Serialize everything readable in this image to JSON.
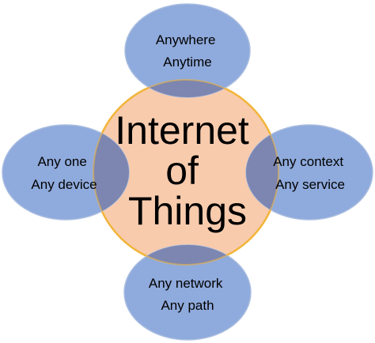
{
  "center": {
    "lines": [
      "Internet",
      "of",
      "Things"
    ]
  },
  "nodes": {
    "top": {
      "lines": [
        "Anywhere",
        "Anytime"
      ]
    },
    "left": {
      "lines": [
        "Any one",
        "Any device"
      ]
    },
    "right": {
      "lines": [
        "Any context",
        "Any service"
      ]
    },
    "bottom": {
      "lines": [
        "Any network",
        "Any path"
      ]
    }
  },
  "colors": {
    "center_fill": "#f8cbad",
    "center_stroke": "#f2b53a",
    "node_fill": "#8faadc",
    "node_stroke": "#a9bde0",
    "overlap_fill": "#7d86b0"
  }
}
